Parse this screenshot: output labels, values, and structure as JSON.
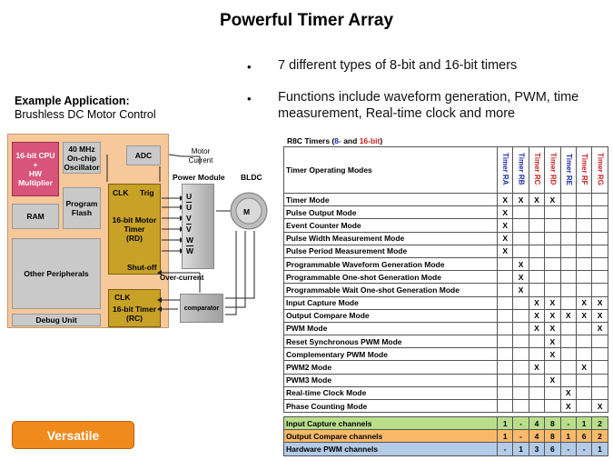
{
  "title": "Powerful Timer Array",
  "bullets": [
    "7 different types of 8-bit and 16-bit timers",
    "Functions include waveform generation, PWM, time measurement, Real-time clock and more"
  ],
  "example": {
    "heading": "Example Application:",
    "subheading": "Brushless DC Motor Control"
  },
  "diagram": {
    "cpu": "16-bit CPU\n+\nHW\nMultiplier",
    "oscillator": "40 MHz\nOn-chip\nOscillator",
    "program_flash": "Program\nFlash",
    "ram": "RAM",
    "adc": "ADC",
    "motor_current": "Motor\nCurrent",
    "clk1": "CLK",
    "trig": "Trig",
    "timer_rd": "16-bit Motor\nTimer\n(RD)",
    "shutoff": "Shut-off",
    "other_peripherals": "Other Peripherals",
    "debug_unit": "Debug Unit",
    "clk2": "CLK",
    "timer_rc": "16-bit Timer\n(RC)",
    "power_module": "Power Module",
    "bldc": "BLDC",
    "motor_label": "M",
    "over_current": "Over-current",
    "comparator": "comparator",
    "phases": [
      "U",
      "U",
      "V",
      "V",
      "W",
      "W"
    ],
    "phase_bars": [
      false,
      true,
      false,
      true,
      false,
      true
    ]
  },
  "versatile": "Versatile",
  "table": {
    "caption_prefix": "R8C Timers (",
    "caption_8": "8-",
    "caption_mid": " and ",
    "caption_16": "16-bit",
    "caption_suffix": ")",
    "header_label": "Timer Operating Modes",
    "columns": [
      {
        "label": "Timer RA",
        "color": "#1c2fa8"
      },
      {
        "label": "Timer RB",
        "color": "#1c2fa8"
      },
      {
        "label": "Timer RC",
        "color": "#c81e1e"
      },
      {
        "label": "Timer RD",
        "color": "#c81e1e"
      },
      {
        "label": "Timer RE",
        "color": "#1c2fa8"
      },
      {
        "label": "Timer RF",
        "color": "#c81e1e"
      },
      {
        "label": "Timer RG",
        "color": "#c81e1e"
      }
    ],
    "rows": [
      {
        "mode": "Timer Mode",
        "cells": [
          "X",
          "X",
          "X",
          "X",
          "",
          "",
          ""
        ]
      },
      {
        "mode": "Pulse Output Mode",
        "cells": [
          "X",
          "",
          "",
          "",
          "",
          "",
          ""
        ]
      },
      {
        "mode": "Event Counter Mode",
        "cells": [
          "X",
          "",
          "",
          "",
          "",
          "",
          ""
        ]
      },
      {
        "mode": "Pulse Width Measurement Mode",
        "cells": [
          "X",
          "",
          "",
          "",
          "",
          "",
          ""
        ]
      },
      {
        "mode": "Pulse Period Measurement Mode",
        "cells": [
          "X",
          "",
          "",
          "",
          "",
          "",
          ""
        ]
      },
      {
        "mode": "Programmable Waveform Generation Mode",
        "cells": [
          "",
          "X",
          "",
          "",
          "",
          "",
          ""
        ]
      },
      {
        "mode": "Programmable One-shot Generation Mode",
        "cells": [
          "",
          "X",
          "",
          "",
          "",
          "",
          ""
        ]
      },
      {
        "mode": "Programmable Wait One-shot Generation Mode",
        "cells": [
          "",
          "X",
          "",
          "",
          "",
          "",
          ""
        ]
      },
      {
        "mode": "Input Capture Mode",
        "cells": [
          "",
          "",
          "X",
          "X",
          "",
          "X",
          "X"
        ]
      },
      {
        "mode": "Output Compare Mode",
        "cells": [
          "",
          "",
          "X",
          "X",
          "X",
          "X",
          "X"
        ]
      },
      {
        "mode": "PWM Mode",
        "cells": [
          "",
          "",
          "X",
          "X",
          "",
          "",
          "X"
        ]
      },
      {
        "mode": "Reset Synchronous PWM Mode",
        "cells": [
          "",
          "",
          "",
          "X",
          "",
          "",
          ""
        ]
      },
      {
        "mode": "Complementary PWM Mode",
        "cells": [
          "",
          "",
          "",
          "X",
          "",
          "",
          ""
        ]
      },
      {
        "mode": "PWM2 Mode",
        "cells": [
          "",
          "",
          "X",
          "",
          "",
          "X",
          ""
        ]
      },
      {
        "mode": "PWM3 Mode",
        "cells": [
          "",
          "",
          "",
          "X",
          "",
          "",
          ""
        ]
      },
      {
        "mode": "Real-time Clock Mode",
        "cells": [
          "",
          "",
          "",
          "",
          "X",
          "",
          ""
        ]
      },
      {
        "mode": "Phase Counting Mode",
        "cells": [
          "",
          "",
          "",
          "",
          "X",
          "",
          "X"
        ]
      }
    ],
    "summary": [
      {
        "label": "Input Capture channels",
        "cells": [
          "1",
          "-",
          "4",
          "8",
          "-",
          "1",
          "2"
        ]
      },
      {
        "label": "Output Compare channels",
        "cells": [
          "1",
          "-",
          "4",
          "8",
          "1",
          "6",
          "2"
        ]
      },
      {
        "label": "Hardware PWM channels",
        "cells": [
          "-",
          "1",
          "3",
          "6",
          "-",
          "-",
          "1"
        ]
      }
    ]
  }
}
